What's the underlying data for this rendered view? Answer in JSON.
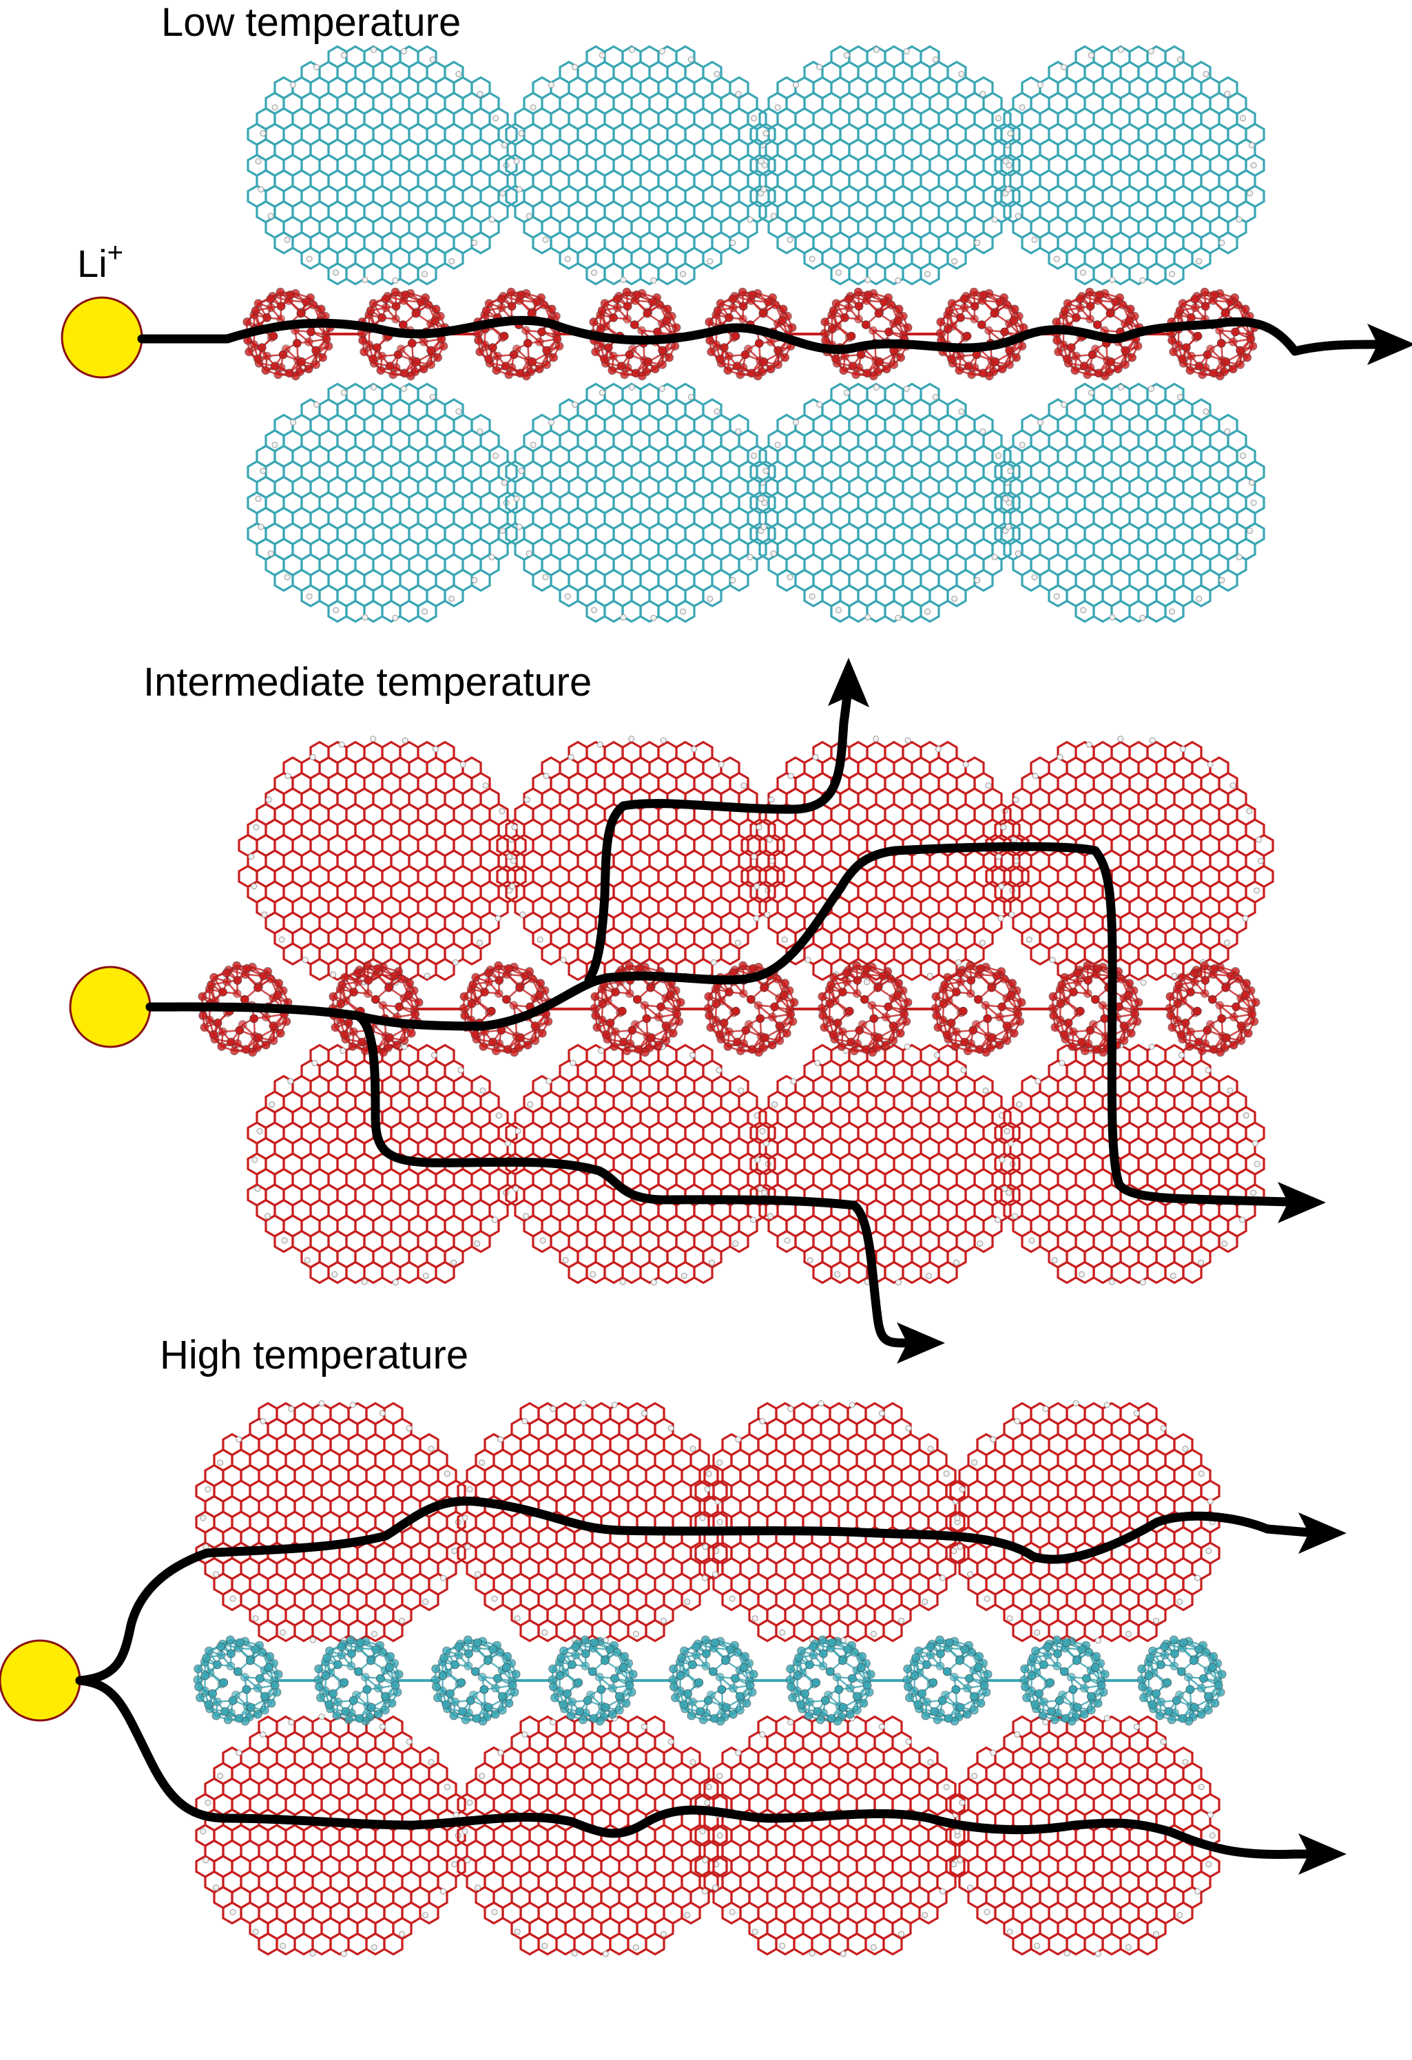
{
  "figure": {
    "panels": [
      {
        "title": "Low temperature",
        "sheet_color": "#3aa6b4",
        "fullerene_color": "#c81e1e",
        "ion_label": "Li",
        "ion_charge": "+"
      },
      {
        "title": "Intermediate temperature",
        "sheet_color": "#c81e1e",
        "fullerene_color": "#c81e1e"
      },
      {
        "title": "High temperature",
        "sheet_color": "#c81e1e",
        "fullerene_color": "#3aa6b4"
      }
    ],
    "colors": {
      "ion_fill": "#ffec00",
      "ion_stroke": "#8a1010",
      "hydrogen": "#f2f2f2",
      "path": "#000000"
    }
  }
}
